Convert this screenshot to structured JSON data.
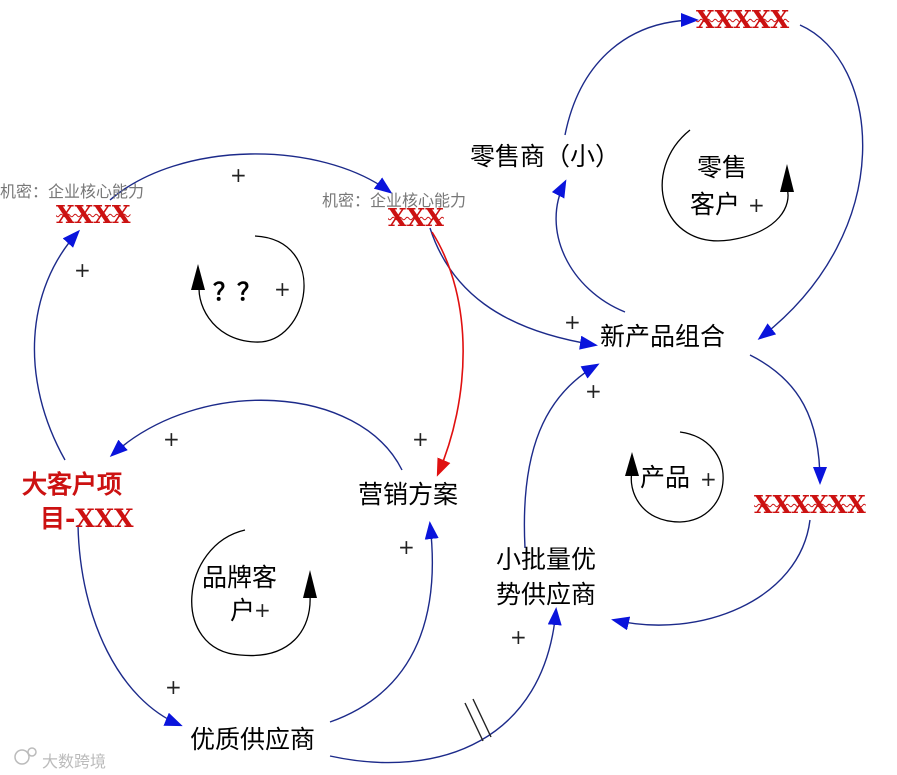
{
  "nodes": {
    "xxxxx_top": "XXXXX",
    "retailer_small": "零售商（小）",
    "retail_customer_1": "零售",
    "retail_customer_2": "客户",
    "xxxx_left": "XXXX",
    "xxx_mid": "XXX",
    "question_marks": "？？",
    "new_product_mix": "新产品组合",
    "big_client_1": "大客户项",
    "big_client_2": "目-XXX",
    "marketing_plan": "营销方案",
    "product": "产品",
    "xxxxxx_right": "XXXXXX",
    "brand_customer_1": "品牌客",
    "brand_customer_2": "户",
    "small_batch_1": "小批量优",
    "small_batch_2": "势供应商",
    "quality_supplier": "优质供应商"
  },
  "signs": {
    "plus": "+"
  },
  "watermarks": {
    "left": "机密：企业核心能力",
    "mid": "机密：企业核心能力",
    "corner": "大数跨境"
  },
  "colors": {
    "link": "#1c2a8a",
    "arrowhead": "#0a14dc",
    "highlight": "#e01010",
    "red_text": "#cc1111"
  }
}
